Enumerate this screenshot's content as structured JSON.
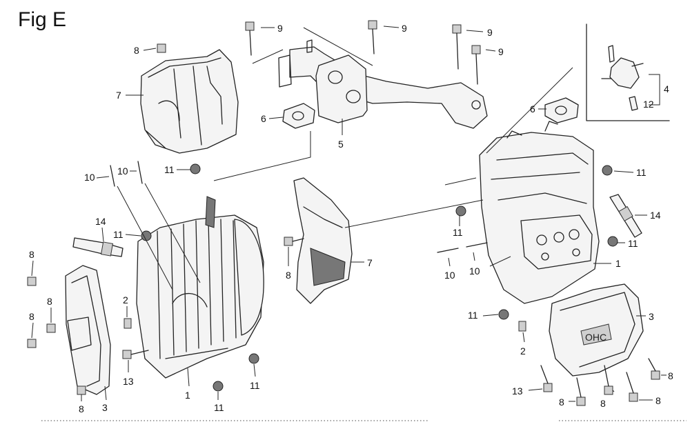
{
  "figure": {
    "title": "Fig E"
  },
  "callouts": [
    {
      "id": "c8a",
      "label": "8"
    },
    {
      "id": "c9a",
      "label": "9"
    },
    {
      "id": "c9b",
      "label": "9"
    },
    {
      "id": "c9c",
      "label": "9"
    },
    {
      "id": "c9d",
      "label": "9"
    },
    {
      "id": "c4",
      "label": "4"
    },
    {
      "id": "c12",
      "label": "12"
    },
    {
      "id": "c7a",
      "label": "7"
    },
    {
      "id": "c6a",
      "label": "6"
    },
    {
      "id": "c5",
      "label": "5"
    },
    {
      "id": "c6b",
      "label": "6"
    },
    {
      "id": "c11a",
      "label": "11"
    },
    {
      "id": "c10a",
      "label": "10"
    },
    {
      "id": "c10b",
      "label": "10"
    },
    {
      "id": "c11b",
      "label": "11"
    },
    {
      "id": "c14a",
      "label": "14"
    },
    {
      "id": "c11c",
      "label": "11"
    },
    {
      "id": "c11d",
      "label": "11"
    },
    {
      "id": "c14b",
      "label": "14"
    },
    {
      "id": "c8b",
      "label": "8"
    },
    {
      "id": "c7b",
      "label": "7"
    },
    {
      "id": "c11e",
      "label": "11"
    },
    {
      "id": "c10c",
      "label": "10"
    },
    {
      "id": "c10d",
      "label": "10"
    },
    {
      "id": "c1a",
      "label": "1"
    },
    {
      "id": "c8c",
      "label": "8"
    },
    {
      "id": "c8d",
      "label": "8"
    },
    {
      "id": "c8e",
      "label": "8"
    },
    {
      "id": "c2a",
      "label": "2"
    },
    {
      "id": "c13a",
      "label": "13"
    },
    {
      "id": "c1b",
      "label": "1"
    },
    {
      "id": "c11f",
      "label": "11"
    },
    {
      "id": "c11g",
      "label": "11"
    },
    {
      "id": "c8f",
      "label": "8"
    },
    {
      "id": "c3a",
      "label": "3"
    },
    {
      "id": "c11h",
      "label": "11"
    },
    {
      "id": "c2b",
      "label": "2"
    },
    {
      "id": "c3b",
      "label": "3"
    },
    {
      "id": "c13b",
      "label": "13"
    },
    {
      "id": "c8g",
      "label": "8"
    },
    {
      "id": "c8h",
      "label": "8"
    },
    {
      "id": "c8i",
      "label": "8"
    },
    {
      "id": "c8j",
      "label": "8"
    }
  ]
}
